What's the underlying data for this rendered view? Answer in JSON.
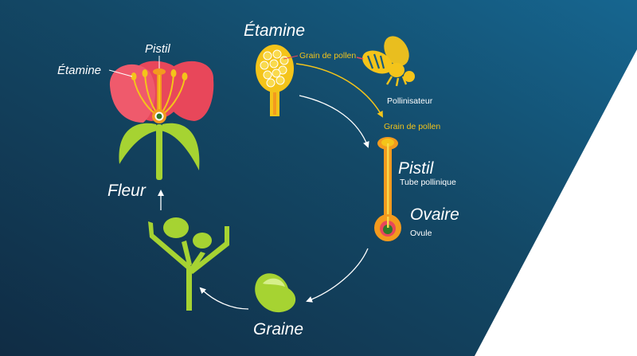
{
  "labels": {
    "flower_stamen": "Étamine",
    "flower_pistil": "Pistil",
    "flower": "Fleur",
    "stamen_title": "Étamine",
    "pollen_grain_on_anther": "Grain de pollen",
    "pollinator": "Pollinisateur",
    "pollen_grain_on_stigma": "Grain de pollen",
    "pistil_title": "Pistil",
    "pollen_tube": "Tube pollinique",
    "ovary": "Ovaire",
    "ovule": "Ovule",
    "seed": "Graine"
  },
  "colors": {
    "background_dark": "#123652",
    "background_mid": "#155a7e",
    "corner_white": "#ffffff",
    "petal": "#e8475a",
    "leaf_green": "#a6d332",
    "stamen_yellow": "#f4c41a",
    "pistil_orange": "#f39a1e",
    "arrow_white": "#ffffff"
  }
}
